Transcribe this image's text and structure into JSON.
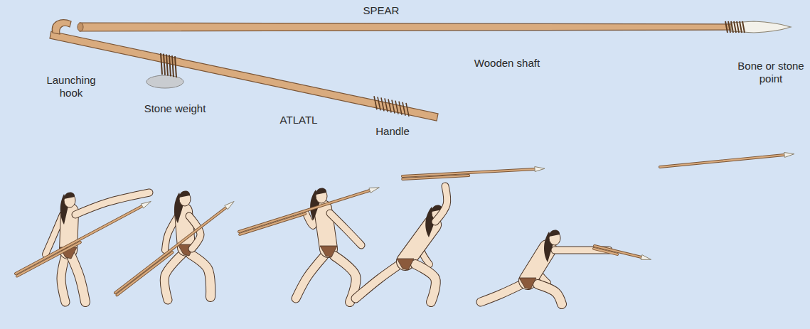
{
  "diagram": {
    "labels": [
      "SPEAR",
      "Wooden shaft",
      "Bone or stone point",
      "Launching hook",
      "Stone weight",
      "ATLATL",
      "Handle"
    ]
  }
}
